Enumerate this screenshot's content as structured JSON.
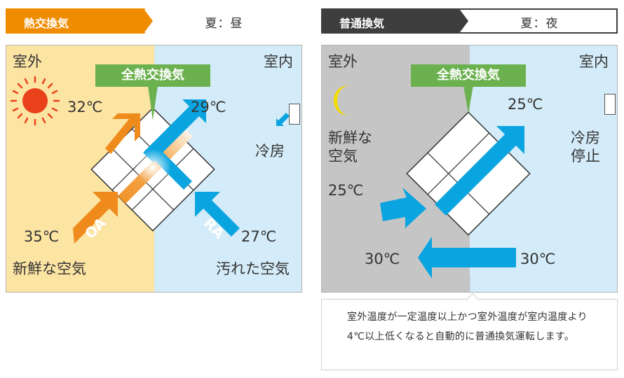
{
  "left_panel": {
    "header": {
      "mode": "熱交換気",
      "season": "夏：昼"
    },
    "labels": {
      "outdoor": "室外",
      "indoor": "室内",
      "exchanger": "全熱交換気",
      "temp_top_left": "32℃",
      "temp_top_right": "29℃",
      "temp_bottom_left": "35℃",
      "temp_bottom_right": "27℃",
      "cooling": "冷房",
      "fresh_air": "新鮮な空気",
      "dirty_air": "汚れた空気",
      "oa": "OA",
      "ra": "RA"
    }
  },
  "right_panel": {
    "header": {
      "mode": "普通換気",
      "season": "夏：夜"
    },
    "labels": {
      "outdoor": "室外",
      "indoor": "室内",
      "exchanger": "全熱交換気",
      "fresh_air_line1": "新鮮な",
      "fresh_air_line2": "空気",
      "temp_in_left": "25℃",
      "temp_out_right": "25℃",
      "temp_bottom_left": "30℃",
      "temp_bottom_right": "30℃",
      "cooling_line1": "冷房",
      "cooling_line2": "停止"
    },
    "note": "室外温度が一定温度以上かつ室外温度が室内温度より4℃以上低くなると自動的に普通換気運転します。"
  },
  "colors": {
    "orange_header": "#f08c00",
    "dark_header": "#3e3e3e",
    "day_outdoor_bg": "#fce4a3",
    "indoor_bg": "#d4ecf9",
    "night_outdoor_bg": "#c5c5c5",
    "blue_arrow": "#0aa5e0",
    "orange_arrow": "#ef8b1c",
    "green_label": "#6cb14f",
    "sun": "#e9421b",
    "moon": "#f5dc00"
  }
}
